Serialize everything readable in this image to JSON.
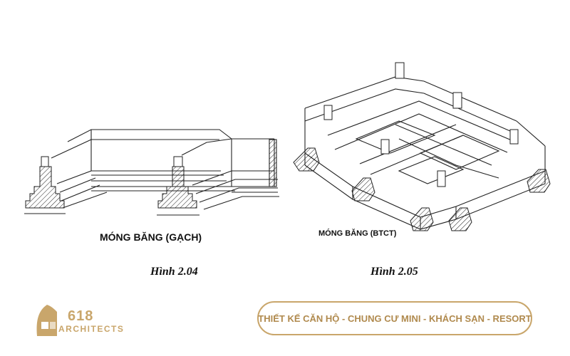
{
  "figures": {
    "left": {
      "label": "MÓNG BĂNG (GẠCH)",
      "caption": "Hình 2.04"
    },
    "right": {
      "label": "MÓNG BĂNG (BTCT)",
      "caption": "Hình 2.05"
    }
  },
  "branding": {
    "logo_number": "618",
    "logo_text": "ARCHITECTS",
    "tagline": "THIẾT KẾ CĂN HỘ - CHUNG CƯ MINI - KHÁCH SẠN - RESORT"
  },
  "colors": {
    "gold": "#c9a66b",
    "gold_dark": "#b08a4e",
    "line": "#222222"
  }
}
